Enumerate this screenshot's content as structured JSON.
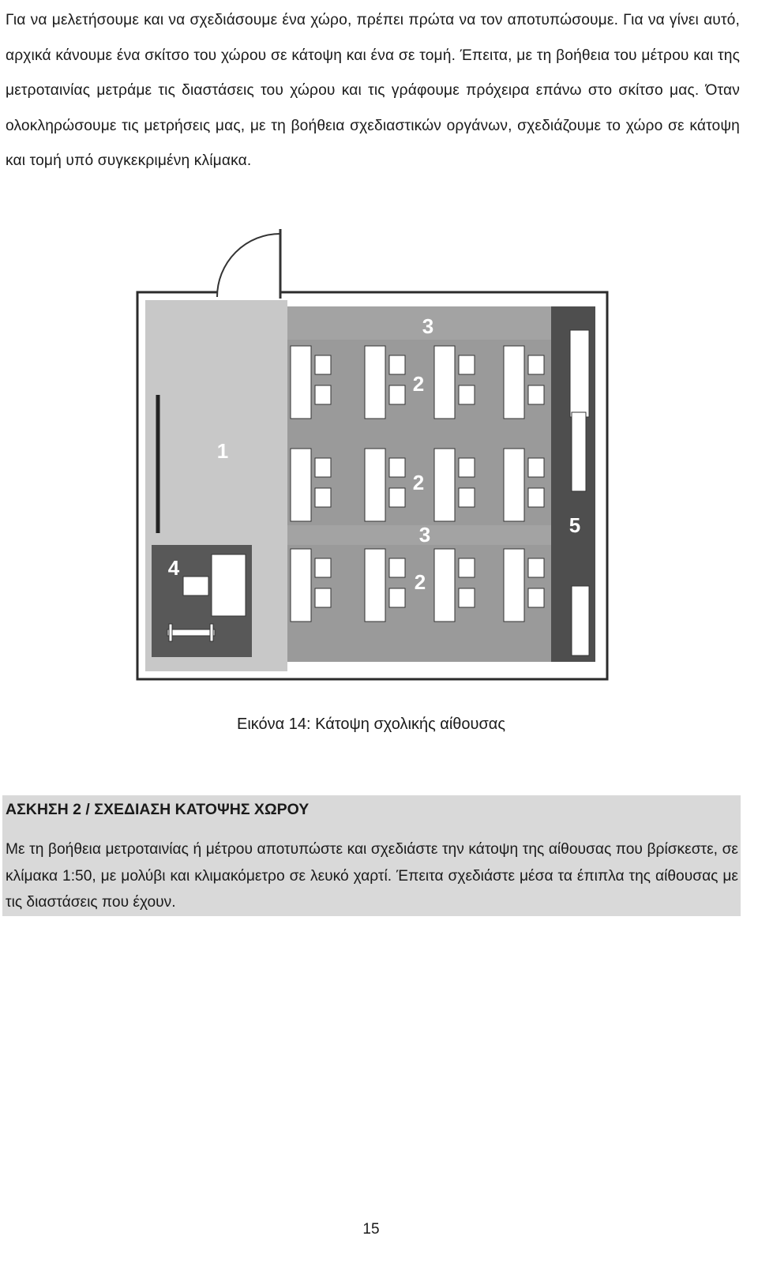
{
  "intro_paragraph": "Για να μελετήσουμε και να σχεδιάσουμε ένα χώρο, πρέπει πρώτα να τον αποτυπώσουμε. Για να γίνει αυτό, αρχικά κάνουμε ένα σκίτσο του χώρου σε κάτοψη και ένα σε τομή. Έπειτα, με τη βοήθεια του μέτρου και της μετροταινίας μετράμε τις διαστάσεις του χώρου και τις γράφουμε πρόχειρα επάνω στο σκίτσο μας. Όταν ολοκληρώσουμε τις μετρήσεις μας, με τη βοήθεια σχεδιαστικών οργάνων, σχεδιάζουμε το χώρο σε κάτοψη και τομή υπό συγκεκριμένη κλίμακα.",
  "figure": {
    "zone_labels": {
      "zone_1": "1",
      "zone_2_top": "2",
      "zone_2_mid": "2",
      "zone_2_bottom": "2",
      "zone_3_top": "3",
      "zone_3_mid": "3",
      "zone_4": "4",
      "zone_5": "5"
    },
    "caption": "Εικόνα 14: Κάτοψη σχολικής αίθουσας"
  },
  "exercise": {
    "title": "ΑΣΚΗΣΗ 2 / ΣΧΕΔΙΑΣΗ ΚΑΤΟΨΗΣ ΧΩΡΟΥ",
    "body": "Με τη βοήθεια μετροταινίας ή μέτρου αποτυπώστε και σχεδιάστε την κάτοψη της αίθουσας που βρίσκεστε, σε κλίμακα 1:50, με μολύβι και κλιμακόμετρο σε λευκό χαρτί. Έπειτα σχεδιάστε μέσα τα έπιπλα της αίθουσας με τις διαστάσεις που έχουν."
  },
  "page_number": "15"
}
